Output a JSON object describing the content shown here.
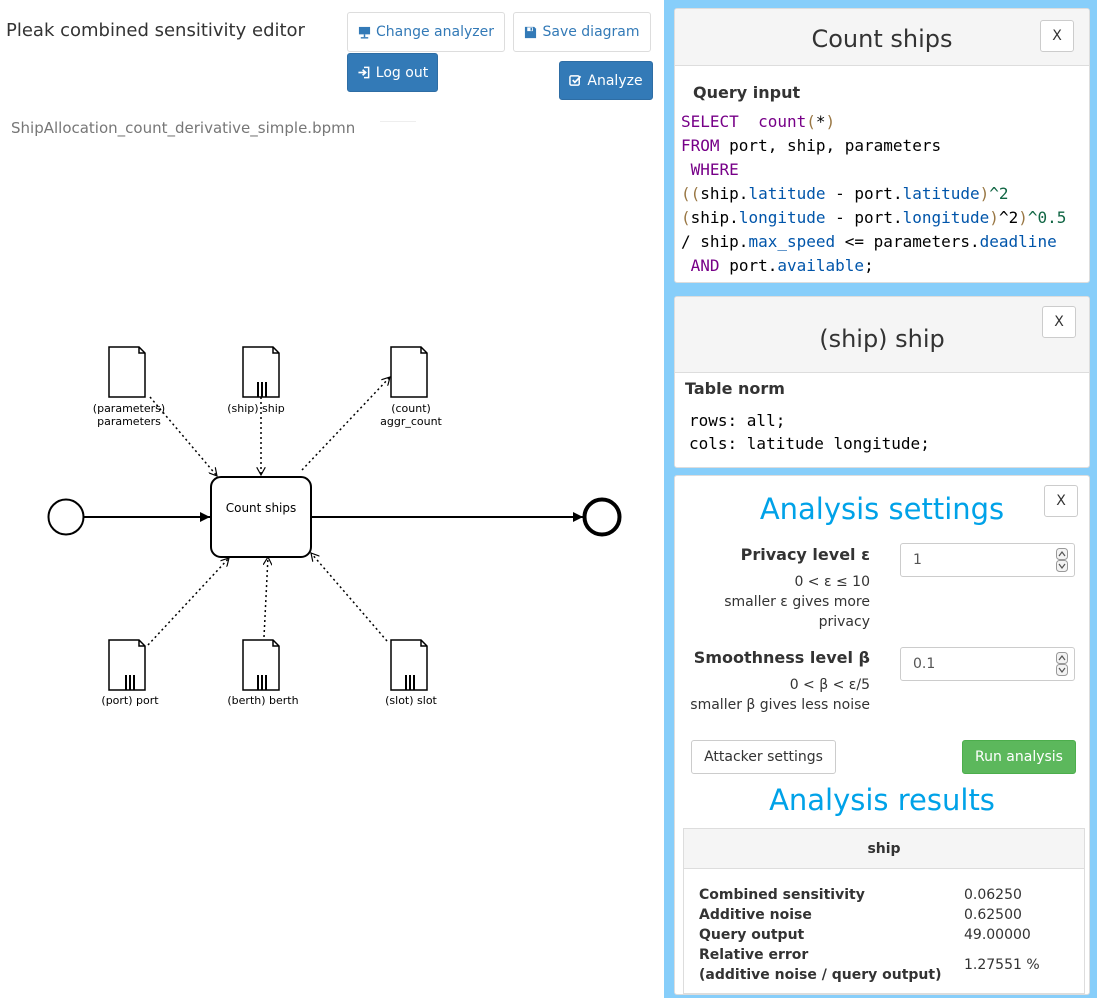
{
  "header": {
    "app_title": "Pleak combined sensitivity editor",
    "change_analyzer_label": "Change analyzer",
    "save_diagram_label": "Save diagram",
    "logout_label": "Log out",
    "analyze_label": "Analyze"
  },
  "file": {
    "name": "ShipAllocation_count_derivative_simple.bpmn"
  },
  "diagram": {
    "task_label": "Count ships",
    "inputs": [
      {
        "line1": "(parameters)",
        "line2": "parameters"
      },
      {
        "line1": "(ship) ship",
        "line2": ""
      },
      {
        "line1": "(count)",
        "line2": "aggr_count"
      },
      {
        "line1": "(port) port",
        "line2": ""
      },
      {
        "line1": "(berth) berth",
        "line2": ""
      },
      {
        "line1": "(slot) slot",
        "line2": ""
      }
    ]
  },
  "query_panel": {
    "title": "Count ships",
    "close_label": "X",
    "sub_label": "Query input",
    "code": {
      "select": "SELECT",
      "count": "count",
      "lparen": "(",
      "star": "*",
      "rparen": ")",
      "from": "FROM",
      "from_rest": " port, ship, parameters",
      "where": "WHERE",
      "l4a": "((",
      "ship1": "ship",
      "dot": ".",
      "latitude": "latitude",
      "minus": " - ",
      "port1": "port",
      "l4close": ")",
      "pow2": "^2",
      "l5open": "(",
      "longitude": "longitude",
      "l5close": ")",
      "l5end": ")",
      "pow05": "^0.5",
      "l6a": "/ ",
      "max_speed": "max_speed",
      "le": " <= ",
      "parameters": "parameters",
      "deadline": "deadline",
      "and": "AND",
      "available": "available",
      "semi": ";"
    }
  },
  "table_panel": {
    "title": "(ship) ship",
    "close_label": "X",
    "sub_label": "Table norm",
    "line1": "rows: all;",
    "line2": "cols: latitude longitude;"
  },
  "settings": {
    "close_label": "X",
    "title": "Analysis settings",
    "privacy_label": "Privacy level ε",
    "privacy_range": "0 < ε ≤ 10",
    "privacy_help": "smaller ε gives more privacy",
    "privacy_value": "1",
    "smooth_label": "Smoothness level β",
    "smooth_range": "0 < β < ε/5",
    "smooth_help": "smaller β gives less noise",
    "smooth_value": "0.1",
    "attacker_label": "Attacker settings",
    "run_label": "Run analysis",
    "results_title": "Analysis results"
  },
  "results": {
    "table_name": "ship",
    "rows": [
      {
        "label": "Combined sensitivity",
        "value": "0.06250"
      },
      {
        "label": "Additive noise",
        "value": "0.62500"
      },
      {
        "label": "Query output",
        "value": "49.00000"
      },
      {
        "label": "Relative error",
        "label2": "(additive noise / query output)",
        "value": "1.27551 %"
      }
    ]
  },
  "colors": {
    "panel_bg": "#87cefa",
    "accent_title": "#00a2e8",
    "primary": "#337ab7",
    "success": "#5cb85c"
  }
}
